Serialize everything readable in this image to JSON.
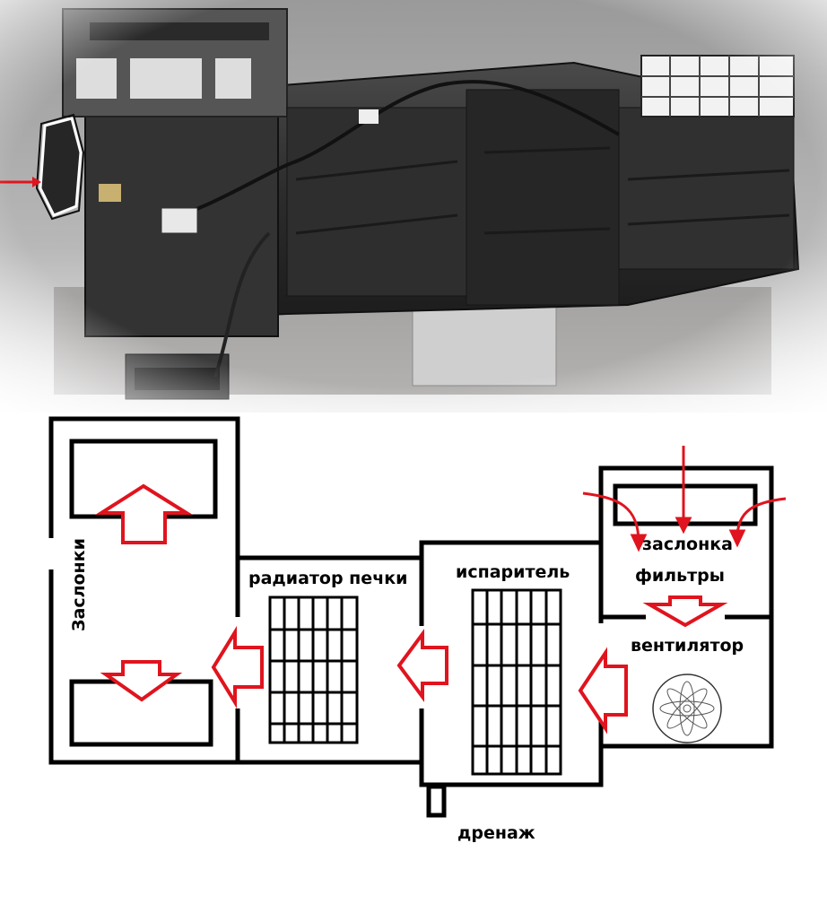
{
  "labels": {
    "heater_core": "радиатор печки",
    "evaporator": "испаритель",
    "filter_flap": "заслонка",
    "filters": "фильтры",
    "fan": "вентилятор",
    "drain": "дренаж",
    "flaps": "Заслонки"
  },
  "colors": {
    "accent_red": "#e0141e",
    "line": "#000000",
    "unit_body": "#2f2f2f"
  },
  "icons": {
    "fan": "fan-icon",
    "arrows": "red-arrow-icon"
  }
}
